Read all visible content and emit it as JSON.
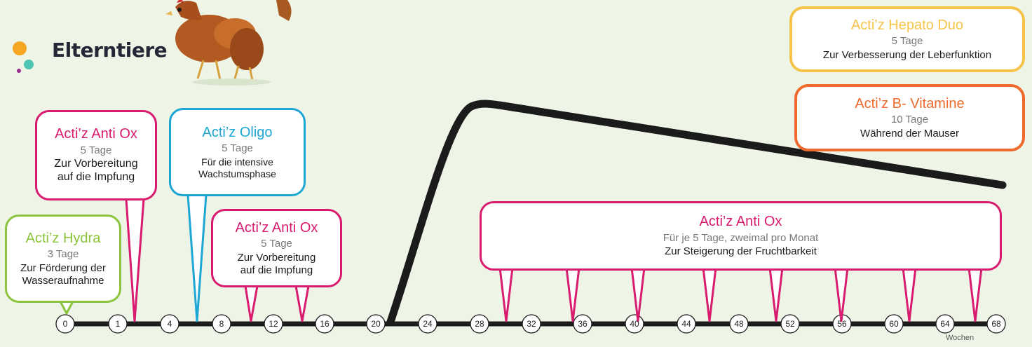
{
  "title": "Elterntiere",
  "axis": {
    "ticks": [
      "0",
      "1",
      "4",
      "8",
      "12",
      "16",
      "20",
      "24",
      "28",
      "32",
      "36",
      "40",
      "44",
      "48",
      "52",
      "56",
      "60",
      "64",
      "68"
    ],
    "unit": "Wochen"
  },
  "colors": {
    "pink": "#d81b6e",
    "blue": "#1ea7d4",
    "green": "#8cc43e",
    "yellow": "#f6c44a",
    "orange": "#ee6a2d",
    "line": "#1b1b1b",
    "dot_orange": "#f5a623",
    "dot_teal": "#4fc4b2",
    "dot_purple": "#9b2a8e"
  },
  "products": {
    "anti_ox_1": {
      "name": "Acti’z Anti Ox",
      "duration": "5 Tage",
      "description_lines": [
        "Zur Vorbereitung",
        "auf die Impfung"
      ]
    },
    "oligo": {
      "name": "Acti’z Oligo",
      "duration": "5 Tage",
      "description_lines": [
        "Für die intensive",
        "Wachstumsphase"
      ]
    },
    "hydra": {
      "name": "Acti’z Hydra",
      "duration": "3 Tage",
      "description_lines": [
        "Zur Förderung der",
        "Wasseraufnahme"
      ]
    },
    "anti_ox_2": {
      "name": "Acti’z Anti Ox",
      "duration": "5 Tage",
      "description_lines": [
        "Zur Vorbereitung",
        "auf die Impfung"
      ]
    },
    "anti_ox_3": {
      "name": "Acti’z Anti Ox",
      "duration": "Für je  5 Tage, zweimal pro Monat",
      "description_lines": [
        "Zur Steigerung der Fruchtbarkeit"
      ]
    },
    "hepato": {
      "name": "Acti’z Hepato Duo",
      "duration": "5 Tage",
      "description_lines": [
        "Zur Verbesserung der Leberfunktion"
      ]
    },
    "b_vitamine": {
      "name": "Acti’z B- Vitamine",
      "duration": "10 Tage",
      "description_lines": [
        "Während der Mauser"
      ]
    }
  }
}
